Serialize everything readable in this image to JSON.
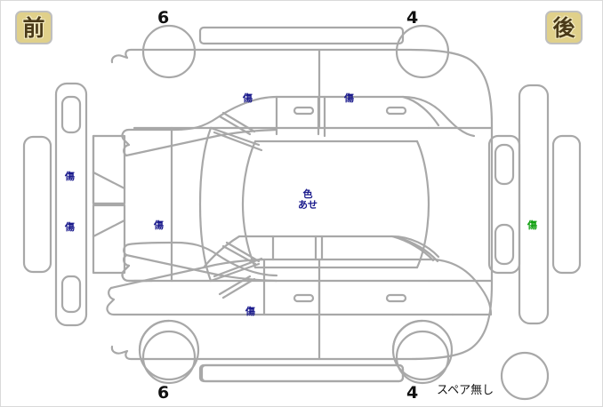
{
  "sheet": {
    "type": "vehicle-inspection-diagram",
    "front_badge": "前",
    "rear_badge": "後"
  },
  "tires": {
    "front_left": "6",
    "front_right": "4",
    "rear_left": "6",
    "rear_right": "4"
  },
  "spare": {
    "label": "スペア無し"
  },
  "marks": {
    "top_left_door": "傷",
    "top_right_door": "傷",
    "roof": "色\nあせ",
    "left_front_panel": "傷",
    "left_rear_panel": "傷",
    "side_front_door": "傷",
    "bottom_door": "傷",
    "right_side_panel": "傷"
  },
  "colors": {
    "badge_bg": "#e0d08a",
    "badge_text": "#4a3a18",
    "outline": "#a8a8a8",
    "mark_blue": "#1a1a8c",
    "mark_green": "#10a010",
    "number_black": "#111111"
  }
}
